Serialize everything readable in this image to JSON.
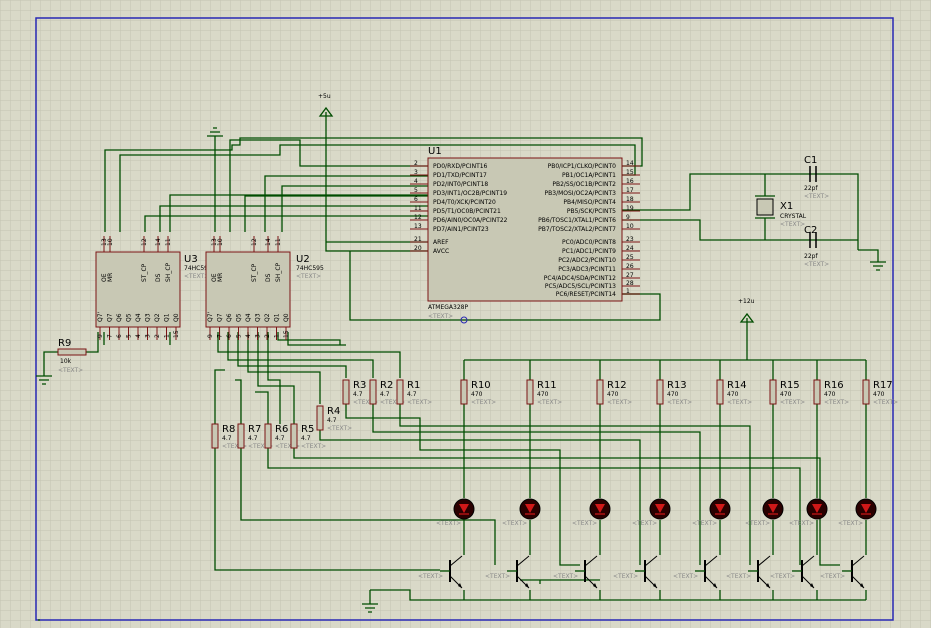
{
  "u1": {
    "ref": "U1",
    "part": "ATMEGA328P",
    "text": "<TEXT>",
    "left_pins": [
      {
        "num": "2",
        "name": "PD0/RXD/PCINT16"
      },
      {
        "num": "3",
        "name": "PD1/TXD/PCINT17"
      },
      {
        "num": "4",
        "name": "PD2/INT0/PCINT18"
      },
      {
        "num": "5",
        "name": "PD3/INT1/OC2B/PCINT19"
      },
      {
        "num": "6",
        "name": "PD4/T0/XCK/PCINT20"
      },
      {
        "num": "11",
        "name": "PD5/T1/OC0B/PCINT21"
      },
      {
        "num": "12",
        "name": "PD6/AIN0/OC0A/PCINT22"
      },
      {
        "num": "13",
        "name": "PD7/AIN1/PCINT23"
      },
      {
        "num": "21",
        "name": "AREF"
      },
      {
        "num": "20",
        "name": "AVCC"
      }
    ],
    "right_pins": [
      {
        "num": "14",
        "name": "PB0/ICP1/CLKO/PCINT0"
      },
      {
        "num": "15",
        "name": "PB1/OC1A/PCINT1"
      },
      {
        "num": "16",
        "name": "PB2/SS/OC1B/PCINT2"
      },
      {
        "num": "17",
        "name": "PB3/MOSI/OC2A/PCINT3"
      },
      {
        "num": "18",
        "name": "PB4/MISO/PCINT4"
      },
      {
        "num": "19",
        "name": "PB5/SCK/PCINT5"
      },
      {
        "num": "9",
        "name": "PB6/TOSC1/XTAL1/PCINT6"
      },
      {
        "num": "10",
        "name": "PB7/TOSC2/XTAL2/PCINT7"
      },
      {
        "num": "23",
        "name": "PC0/ADC0/PCINT8"
      },
      {
        "num": "24",
        "name": "PC1/ADC1/PCINT9"
      },
      {
        "num": "25",
        "name": "PC2/ADC2/PCINT10"
      },
      {
        "num": "26",
        "name": "PC3/ADC3/PCINT11"
      },
      {
        "num": "27",
        "name": "PC4/ADC4/SDA/PCINT12"
      },
      {
        "num": "28",
        "name": "PC5/ADC5/SCL/PCINT13"
      },
      {
        "num": "1",
        "name": "PC6/RESET/PCINT14"
      }
    ]
  },
  "shift_registers": [
    {
      "ref": "U3",
      "part": "74HC595",
      "text": "<TEXT>",
      "top_pins": [
        {
          "num": "13",
          "name": "OE"
        },
        {
          "num": "10",
          "name": "MR"
        },
        {
          "num": "12",
          "name": "ST_CP"
        },
        {
          "num": "14",
          "name": "DS"
        },
        {
          "num": "11",
          "name": "SH_CP"
        }
      ],
      "bottom_pins": [
        {
          "num": "9",
          "name": "Q7'"
        },
        {
          "num": "7",
          "name": "Q7"
        },
        {
          "num": "6",
          "name": "Q6"
        },
        {
          "num": "5",
          "name": "Q5"
        },
        {
          "num": "4",
          "name": "Q4"
        },
        {
          "num": "3",
          "name": "Q3"
        },
        {
          "num": "2",
          "name": "Q2"
        },
        {
          "num": "1",
          "name": "Q1"
        },
        {
          "num": "15",
          "name": "Q0"
        }
      ]
    },
    {
      "ref": "U2",
      "part": "74HC595",
      "text": "<TEXT>",
      "top_pins": [
        {
          "num": "13",
          "name": "OE"
        },
        {
          "num": "10",
          "name": "MR"
        },
        {
          "num": "12",
          "name": "ST_CP"
        },
        {
          "num": "14",
          "name": "DS"
        },
        {
          "num": "11",
          "name": "SH_CP"
        }
      ],
      "bottom_pins": [
        {
          "num": "9",
          "name": "Q7'"
        },
        {
          "num": "7",
          "name": "Q7"
        },
        {
          "num": "6",
          "name": "Q6"
        },
        {
          "num": "5",
          "name": "Q5"
        },
        {
          "num": "4",
          "name": "Q4"
        },
        {
          "num": "3",
          "name": "Q3"
        },
        {
          "num": "2",
          "name": "Q2"
        },
        {
          "num": "1",
          "name": "Q1"
        },
        {
          "num": "15",
          "name": "Q0"
        }
      ]
    }
  ],
  "power": {
    "vcc_5": "+5u",
    "vcc_12": "+12u"
  },
  "crystal": {
    "ref": "X1",
    "part": "CRYSTAL",
    "text": "<TEXT>"
  },
  "caps": [
    {
      "ref": "C1",
      "value": "22pf",
      "text": "<TEXT>"
    },
    {
      "ref": "C2",
      "value": "22pf",
      "text": "<TEXT>"
    }
  ],
  "r9": {
    "ref": "R9",
    "value": "10k",
    "text": "<TEXT>"
  },
  "resistors_upper": [
    {
      "ref": "R3",
      "value": "4.7",
      "text": "<TEXT>"
    },
    {
      "ref": "R2",
      "value": "4.7",
      "text": "<TEXT>"
    },
    {
      "ref": "R1",
      "value": "4.7",
      "text": "<TEXT>"
    },
    {
      "ref": "R4",
      "value": "4.7",
      "text": "<TEXT>"
    }
  ],
  "resistors_lower": [
    {
      "ref": "R8",
      "value": "4.7",
      "text": "<TEXT>"
    },
    {
      "ref": "R7",
      "value": "4.7",
      "text": "<TEXT>"
    },
    {
      "ref": "R6",
      "value": "4.7",
      "text": "<TEXT>"
    },
    {
      "ref": "R5",
      "value": "4.7",
      "text": "<TEXT>"
    }
  ],
  "led_resistors": [
    {
      "ref": "R10",
      "value": "470",
      "text": "<TEXT>"
    },
    {
      "ref": "R11",
      "value": "470",
      "text": "<TEXT>"
    },
    {
      "ref": "R12",
      "value": "470",
      "text": "<TEXT>"
    },
    {
      "ref": "R13",
      "value": "470",
      "text": "<TEXT>"
    },
    {
      "ref": "R14",
      "value": "470",
      "text": "<TEXT>"
    },
    {
      "ref": "R15",
      "value": "470",
      "text": "<TEXT>"
    },
    {
      "ref": "R16",
      "value": "470",
      "text": "<TEXT>"
    },
    {
      "ref": "R17",
      "value": "470",
      "text": "<TEXT>"
    }
  ],
  "leds": [
    {
      "text": "<TEXT>"
    },
    {
      "text": "<TEXT>"
    },
    {
      "text": "<TEXT>"
    },
    {
      "text": "<TEXT>"
    },
    {
      "text": "<TEXT>"
    },
    {
      "text": "<TEXT>"
    },
    {
      "text": "<TEXT>"
    },
    {
      "text": "<TEXT>"
    }
  ],
  "transistors": [
    {
      "text": "<TEXT>"
    },
    {
      "text": "<TEXT>"
    },
    {
      "text": "<TEXT>"
    },
    {
      "text": "<TEXT>"
    },
    {
      "text": "<TEXT>"
    },
    {
      "text": "<TEXT>"
    },
    {
      "text": "<TEXT>"
    },
    {
      "text": "<TEXT>"
    }
  ],
  "colors": {
    "background": "#d9d9c8",
    "grid": "#c4c4b2",
    "wire": "#004d00",
    "body": "#c8c8b4",
    "component_outline": "#7a1414",
    "led": "#b01010",
    "sheet_border": "#2828b4"
  }
}
